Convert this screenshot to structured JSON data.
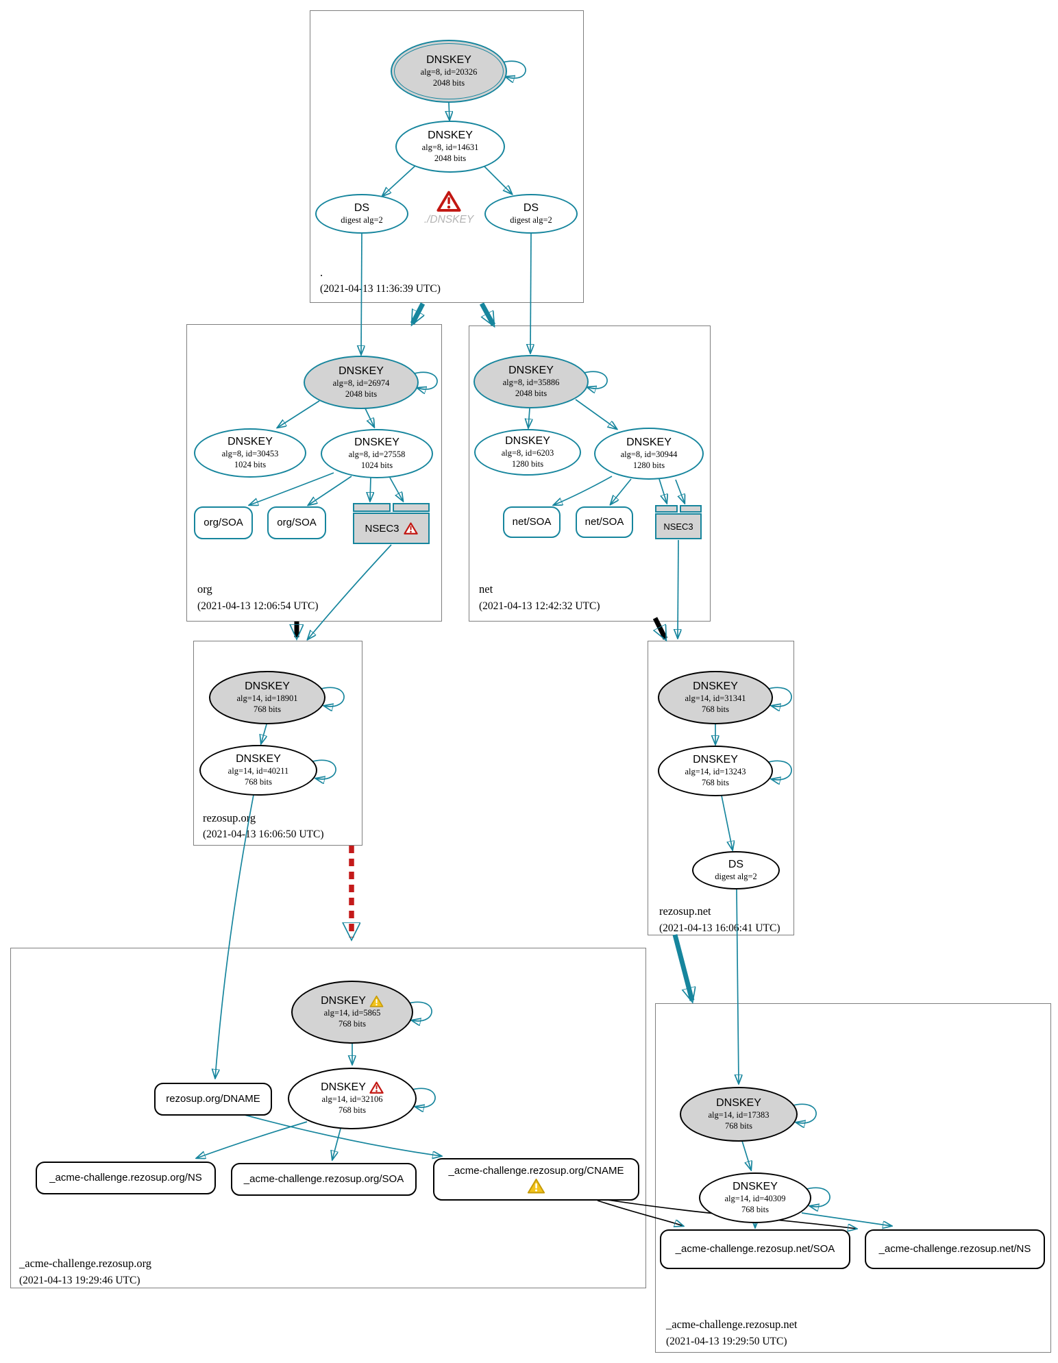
{
  "colors": {
    "secure_teal": "#16859d",
    "insecure_black": "#000000",
    "bogus_red": "#c41a1a",
    "warning_yellow": "#f3c41c",
    "error_red": "#c21712",
    "node_fill_gray": "#d3d3d3",
    "zone_border_gray": "#7e7e7e"
  },
  "zones": {
    "root": {
      "label": ".",
      "timestamp": "(2021-04-13 11:36:39 UTC)",
      "ksk": {
        "title": "DNSKEY",
        "meta": "alg=8, id=20326",
        "bits": "2048 bits"
      },
      "zsk": {
        "title": "DNSKEY",
        "meta": "alg=8, id=14631",
        "bits": "2048 bits"
      },
      "ds_left": {
        "title": "DS",
        "meta": "digest alg=2"
      },
      "ds_right": {
        "title": "DS",
        "meta": "digest alg=2"
      },
      "missing_label": "./DNSKEY"
    },
    "org": {
      "label": "org",
      "timestamp": "(2021-04-13 12:06:54 UTC)",
      "ksk": {
        "title": "DNSKEY",
        "meta": "alg=8, id=26974",
        "bits": "2048 bits"
      },
      "zsk1": {
        "title": "DNSKEY",
        "meta": "alg=8, id=30453",
        "bits": "1024 bits"
      },
      "zsk2": {
        "title": "DNSKEY",
        "meta": "alg=8, id=27558",
        "bits": "1024 bits"
      },
      "soa1": "org/SOA",
      "soa2": "org/SOA",
      "nsec3": "NSEC3"
    },
    "net": {
      "label": "net",
      "timestamp": "(2021-04-13 12:42:32 UTC)",
      "ksk": {
        "title": "DNSKEY",
        "meta": "alg=8, id=35886",
        "bits": "2048 bits"
      },
      "zsk1": {
        "title": "DNSKEY",
        "meta": "alg=8, id=6203",
        "bits": "1280 bits"
      },
      "zsk2": {
        "title": "DNSKEY",
        "meta": "alg=8, id=30944",
        "bits": "1280 bits"
      },
      "soa1": "net/SOA",
      "soa2": "net/SOA",
      "nsec3": "NSEC3"
    },
    "rezosup_org": {
      "label": "rezosup.org",
      "timestamp": "(2021-04-13 16:06:50 UTC)",
      "ksk": {
        "title": "DNSKEY",
        "meta": "alg=14, id=18901",
        "bits": "768 bits"
      },
      "zsk": {
        "title": "DNSKEY",
        "meta": "alg=14, id=40211",
        "bits": "768 bits"
      }
    },
    "rezosup_net": {
      "label": "rezosup.net",
      "timestamp": "(2021-04-13 16:06:41 UTC)",
      "ksk": {
        "title": "DNSKEY",
        "meta": "alg=14, id=31341",
        "bits": "768 bits"
      },
      "zsk": {
        "title": "DNSKEY",
        "meta": "alg=14, id=13243",
        "bits": "768 bits"
      },
      "ds": {
        "title": "DS",
        "meta": "digest alg=2"
      }
    },
    "acme_org": {
      "label": "_acme-challenge.rezosup.org",
      "timestamp": "(2021-04-13 19:29:46 UTC)",
      "ksk": {
        "title": "DNSKEY",
        "meta": "alg=14, id=5865",
        "bits": "768 bits"
      },
      "zsk": {
        "title": "DNSKEY",
        "meta": "alg=14, id=32106",
        "bits": "768 bits"
      },
      "dname": "rezosup.org/DNAME",
      "ns": "_acme-challenge.rezosup.org/NS",
      "soa": "_acme-challenge.rezosup.org/SOA",
      "cname": "_acme-challenge.rezosup.org/CNAME"
    },
    "acme_net": {
      "label": "_acme-challenge.rezosup.net",
      "timestamp": "(2021-04-13 19:29:50 UTC)",
      "ksk": {
        "title": "DNSKEY",
        "meta": "alg=14, id=17383",
        "bits": "768 bits"
      },
      "zsk": {
        "title": "DNSKEY",
        "meta": "alg=14, id=40309",
        "bits": "768 bits"
      },
      "soa": "_acme-challenge.rezosup.net/SOA",
      "ns": "_acme-challenge.rezosup.net/NS"
    }
  }
}
